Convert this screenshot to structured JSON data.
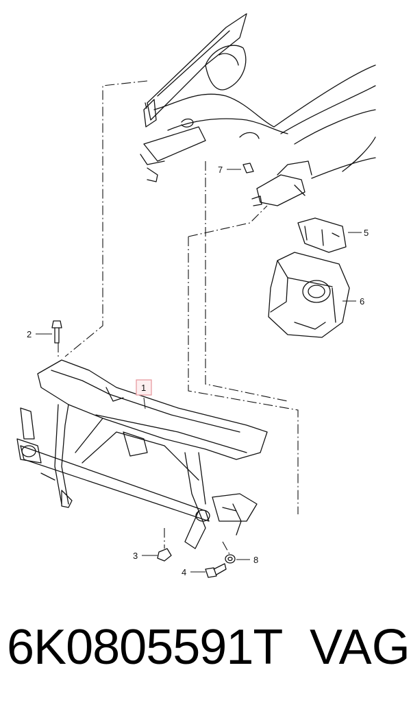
{
  "diagram": {
    "callouts": [
      {
        "id": "1",
        "label": "1",
        "highlighted": true
      },
      {
        "id": "2",
        "label": "2"
      },
      {
        "id": "3",
        "label": "3"
      },
      {
        "id": "4",
        "label": "4"
      },
      {
        "id": "5",
        "label": "5"
      },
      {
        "id": "6",
        "label": "6"
      },
      {
        "id": "7",
        "label": "7"
      },
      {
        "id": "8",
        "label": "8"
      }
    ],
    "highlight_color": "#e89aa0"
  },
  "footer": {
    "part_number": "6K0805591T",
    "brand": "VAG"
  }
}
